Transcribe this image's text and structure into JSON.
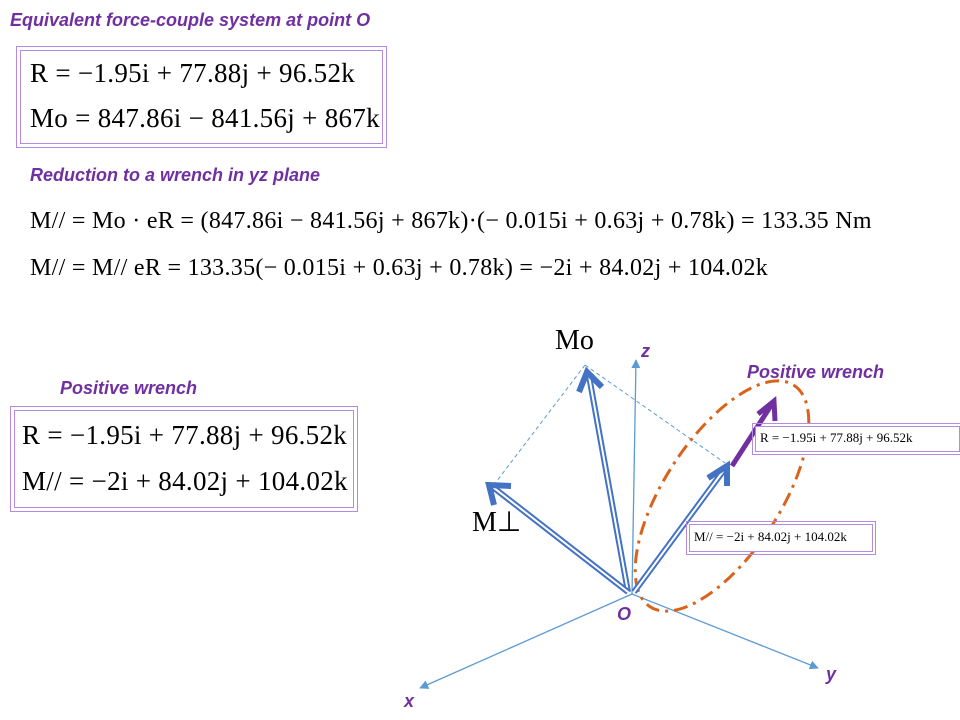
{
  "headings": {
    "equivalent": "Equivalent force-couple system at point O",
    "reduction": "Reduction to a wrench in yz plane",
    "positive_left": "Positive wrench",
    "positive_right": "Positive wrench"
  },
  "equations": {
    "force_couple_R": "R = −1.95i + 77.88j + 96.52k",
    "force_couple_Mo": "Mo = 847.86i − 841.56j + 867k",
    "m_parallel_scalar": "M// = Mo · eR = (847.86i − 841.56j + 867k)·(− 0.015i + 0.63j + 0.78k) = 133.35  Nm",
    "m_parallel_vector": "M// = M// eR = 133.35(− 0.015i + 0.63j + 0.78k) = −2i + 84.02j + 104.02k",
    "wrench_R": "R = −1.95i + 77.88j + 96.52k",
    "wrench_M": "M// = −2i + 84.02j + 104.02k"
  },
  "diagram": {
    "labels": {
      "z": "z",
      "y": "y",
      "x": "x",
      "origin": "O",
      "Mo": "Mo",
      "Mperp": "M⊥"
    },
    "callouts": {
      "R": "R = −1.95i + 77.88j + 96.52k",
      "M": "M// = −2i + 84.02j + 104.02k"
    },
    "colors": {
      "heading": "#7030a0",
      "axis": "#5b9bd5",
      "vector": "#4472c4",
      "wrench_arrow": "#7030a0",
      "ellipse": "#d9631b"
    }
  }
}
